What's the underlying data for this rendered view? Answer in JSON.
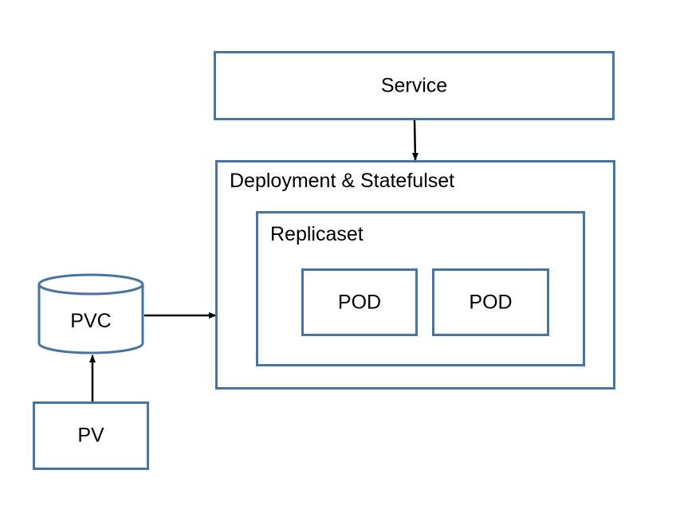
{
  "diagram": {
    "service_label": "Service",
    "deployment_label": "Deployment & Statefulset",
    "replicaset_label": "Replicaset",
    "pods": [
      "POD",
      "POD"
    ],
    "pvc_label": "PVC",
    "pv_label": "PV"
  },
  "colors": {
    "border": "#4a74a0",
    "background": "#ffffff",
    "arrow": "#000000"
  }
}
